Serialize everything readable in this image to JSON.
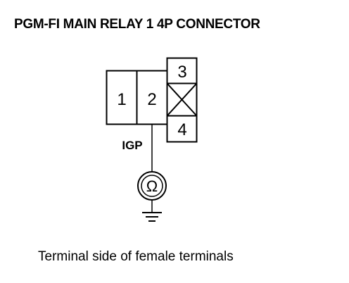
{
  "title": "PGM-FI MAIN RELAY 1 4P CONNECTOR",
  "connector": {
    "terminals": [
      {
        "number": "1"
      },
      {
        "number": "2"
      },
      {
        "number": "3"
      },
      {
        "number": "4"
      }
    ],
    "probe_terminal_label": "IGP"
  },
  "meter": {
    "symbol": "Ω"
  },
  "caption": "Terminal side of female terminals"
}
